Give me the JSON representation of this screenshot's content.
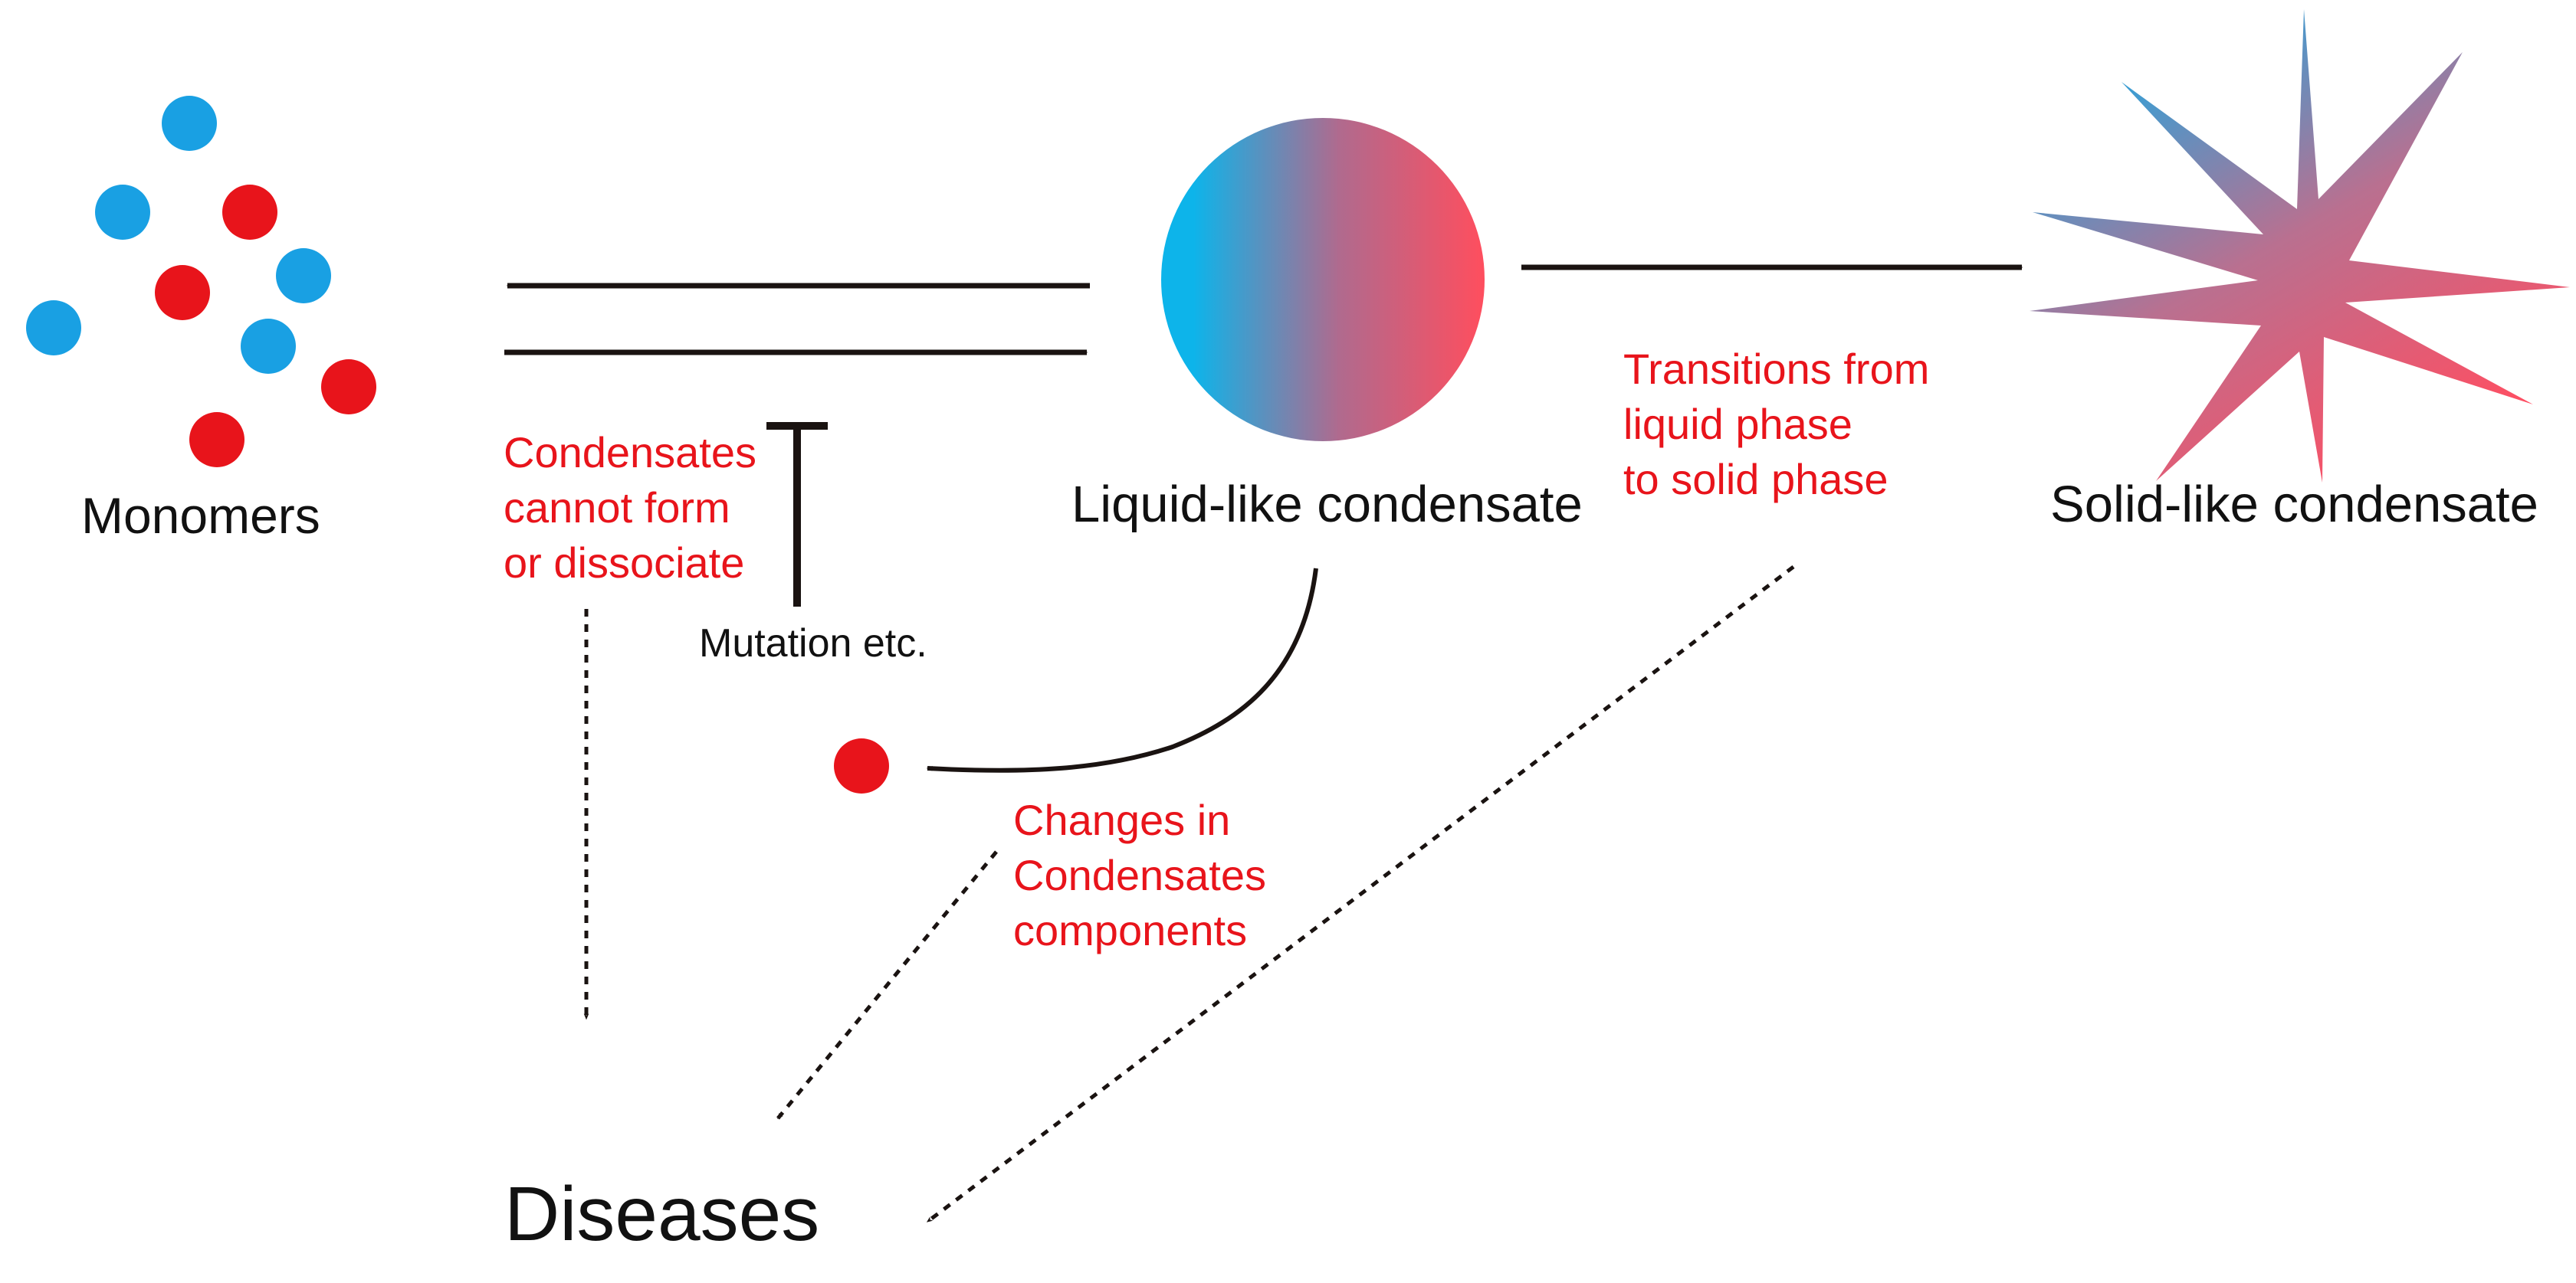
{
  "colors": {
    "blue": "#19a0e3",
    "red": "#e8141b",
    "arrow": "#1a1311",
    "annotation_text": "#e8141b"
  },
  "nodes": {
    "monomers": "Monomers",
    "liquid": "Liquid-like condensate",
    "solid": "Solid-like condensate",
    "diseases": "Diseases"
  },
  "annotations": {
    "cannot_form": [
      "Condensates",
      "cannot form",
      "or dissociate"
    ],
    "mutation": "Mutation etc.",
    "transitions": [
      "Transitions from",
      "liquid phase",
      "to solid phase"
    ],
    "components": [
      "Changes in",
      "Condensates",
      "components"
    ]
  },
  "monomers": [
    {
      "color": "blue"
    },
    {
      "color": "blue"
    },
    {
      "color": "red"
    },
    {
      "color": "blue"
    },
    {
      "color": "red"
    },
    {
      "color": "blue"
    },
    {
      "color": "blue"
    },
    {
      "color": "red"
    },
    {
      "color": "red"
    }
  ]
}
